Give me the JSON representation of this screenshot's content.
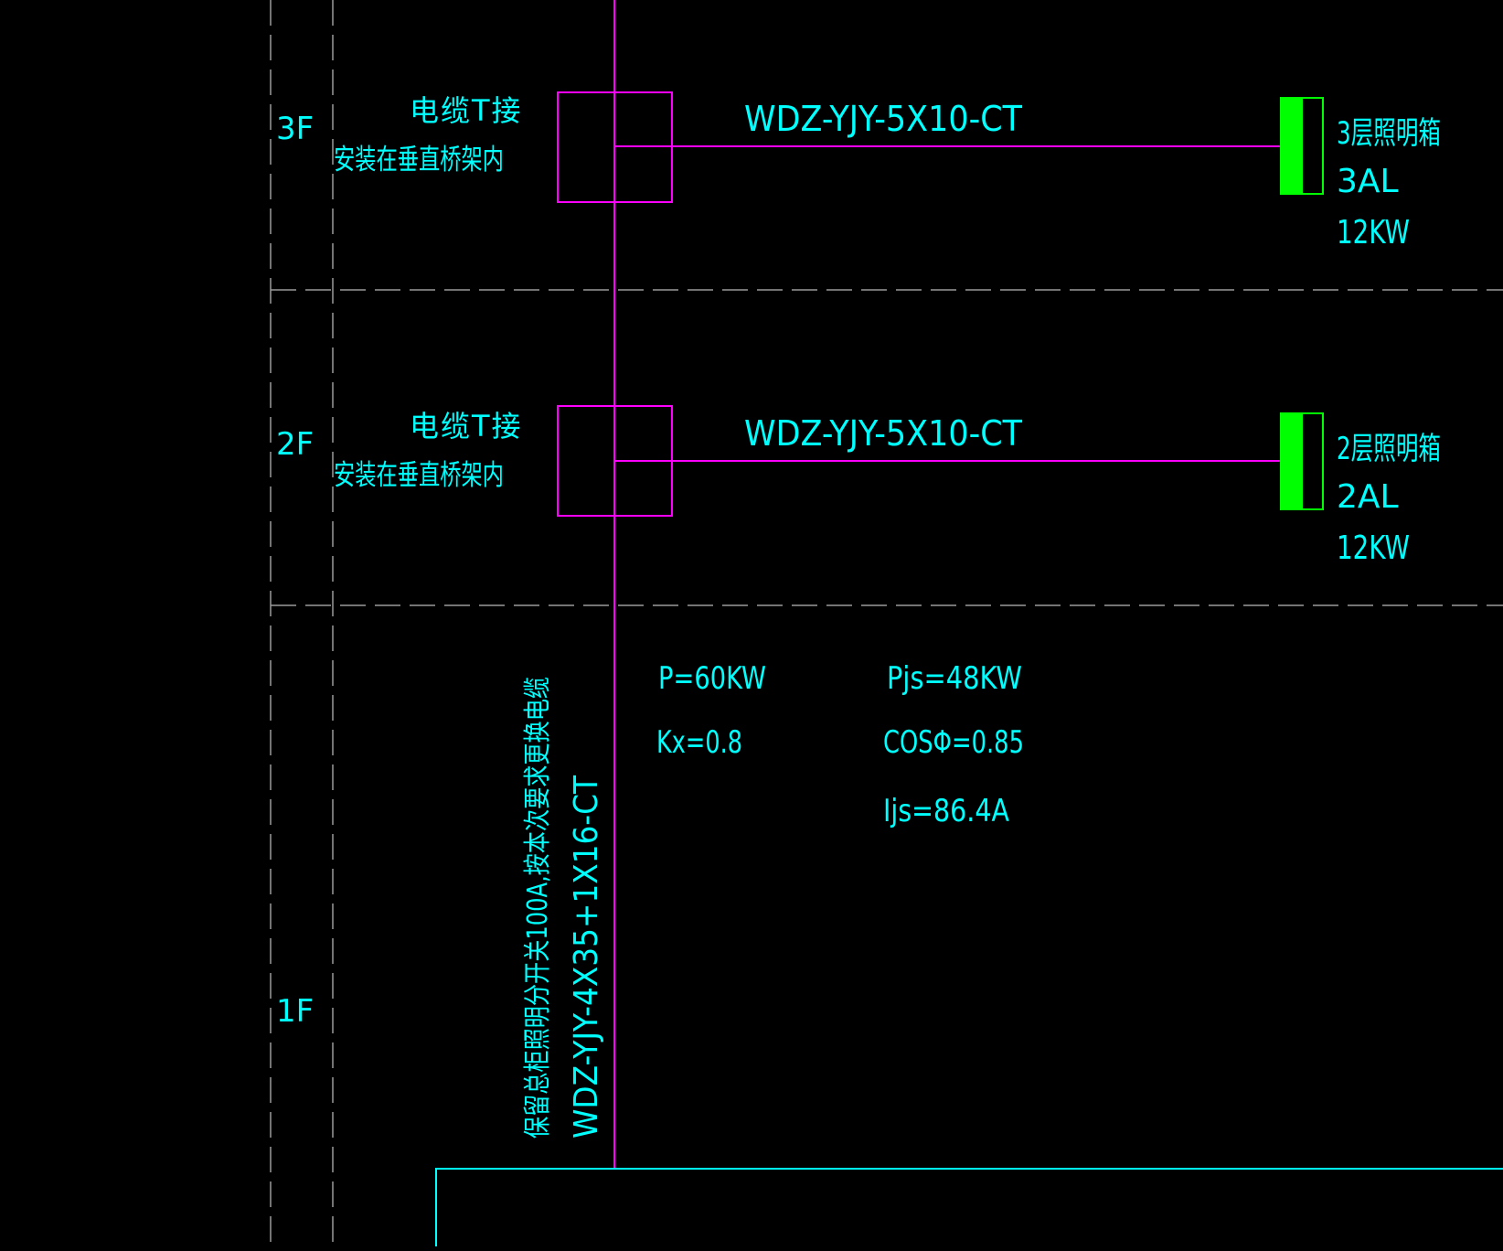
{
  "colors": {
    "background": "#000000",
    "cyan": "#00ffff",
    "magenta": "#ff00ff",
    "green": "#00ff00",
    "grey": "#9a9a9a"
  },
  "floors": {
    "f3": "3F",
    "f2": "2F",
    "f1": "1F"
  },
  "junction3": {
    "line1": "电缆T接",
    "line2": "安装在垂直桥架内",
    "cable": "WDZ-YJY-5X10-CT",
    "box_name": "3层照明箱",
    "box_code": "3AL",
    "box_power": "12KW"
  },
  "junction2": {
    "line1": "电缆T接",
    "line2": "安装在垂直桥架内",
    "cable": "WDZ-YJY-5X10-CT",
    "box_name": "2层照明箱",
    "box_code": "2AL",
    "box_power": "12KW"
  },
  "main": {
    "note": "保留总柜照明分开关100A,按本次要求更换电缆",
    "cable": "WDZ-YJY-4X35+1X16-CT"
  },
  "calc": {
    "p": "P=60KW",
    "pjs": "Pjs=48KW",
    "kx": "Kx=0.8",
    "cos": "COSΦ=0.85",
    "ijs": "Ijs=86.4A"
  }
}
